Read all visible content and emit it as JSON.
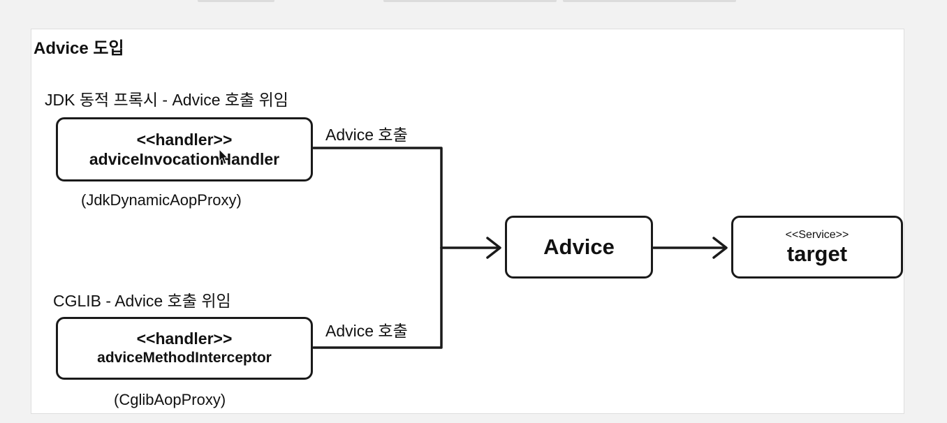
{
  "title": "Advice 도입",
  "jdk": {
    "section_label": "JDK 동적 프록시 -  Advice 호출 위임",
    "stereotype": "<<handler>>",
    "name": "adviceInvocationHandler",
    "proxy": "(JdkDynamicAopProxy)",
    "edge_label": "Advice 호출"
  },
  "cglib": {
    "section_label": "CGLIB - Advice 호출 위임",
    "stereotype": "<<handler>>",
    "name": "adviceMethodInterceptor",
    "proxy": "(CglibAopProxy)",
    "edge_label": "Advice 호출"
  },
  "advice": {
    "label": "Advice"
  },
  "target": {
    "stereotype": "<<Service>>",
    "name": "target"
  }
}
